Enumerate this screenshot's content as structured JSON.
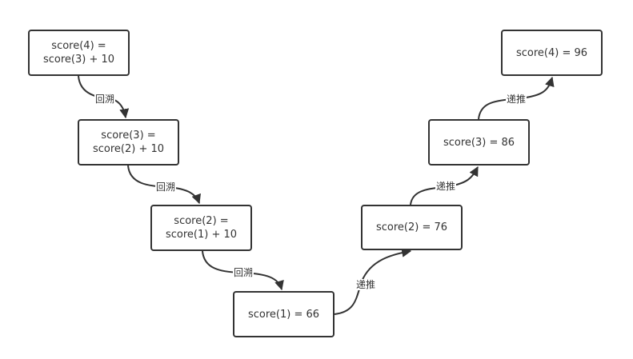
{
  "nodes": {
    "backtrack_4": {
      "line1": "score(4) =",
      "line2": "score(3) + 10"
    },
    "backtrack_3": {
      "line1": "score(3) =",
      "line2": "score(2) + 10"
    },
    "backtrack_2": {
      "line1": "score(2) =",
      "line2": "score(1) + 10"
    },
    "base_1": {
      "text": "score(1) = 66"
    },
    "recur_2": {
      "text": "score(2) = 76"
    },
    "recur_3": {
      "text": "score(3) = 86"
    },
    "recur_4": {
      "text": "score(4) = 96"
    }
  },
  "edges": [
    {
      "label": "回溯"
    },
    {
      "label": "回溯"
    },
    {
      "label": "回溯"
    },
    {
      "label": "递推"
    },
    {
      "label": "递推"
    },
    {
      "label": "递推"
    }
  ],
  "colors": {
    "stroke": "#333333",
    "background": "#ffffff"
  }
}
